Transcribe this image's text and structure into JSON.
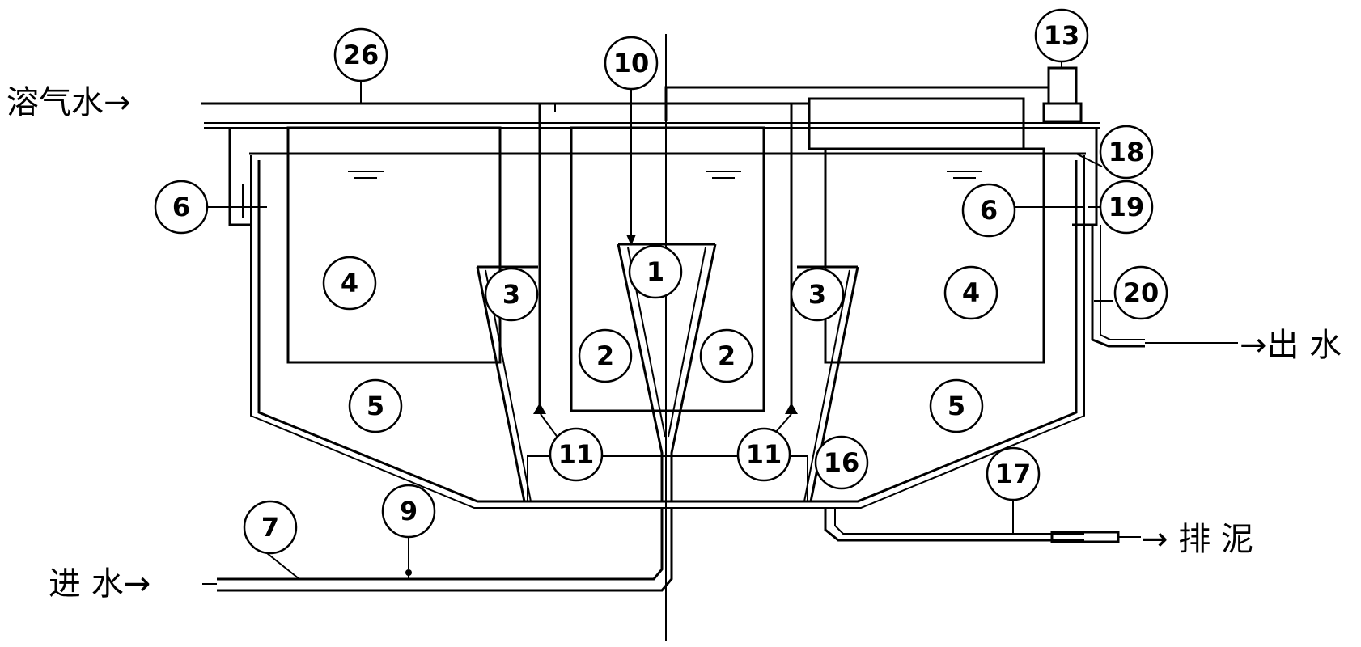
{
  "labels": {
    "dissolved_air_water": "溶气水→",
    "inlet_water": "进 水→",
    "outlet_water": "→出 水",
    "sludge_discharge": "→ 排 泥"
  },
  "callouts": [
    {
      "id": "c26",
      "text": "26"
    },
    {
      "id": "c10",
      "text": "10"
    },
    {
      "id": "c13",
      "text": "13"
    },
    {
      "id": "c18",
      "text": "18"
    },
    {
      "id": "c19",
      "text": "19"
    },
    {
      "id": "c6l",
      "text": "6"
    },
    {
      "id": "c6r",
      "text": "6"
    },
    {
      "id": "c4l",
      "text": "4"
    },
    {
      "id": "c4r",
      "text": "4"
    },
    {
      "id": "c3l",
      "text": "3"
    },
    {
      "id": "c3r",
      "text": "3"
    },
    {
      "id": "c1",
      "text": "1"
    },
    {
      "id": "c2l",
      "text": "2"
    },
    {
      "id": "c2r",
      "text": "2"
    },
    {
      "id": "c20",
      "text": "20"
    },
    {
      "id": "c5l",
      "text": "5"
    },
    {
      "id": "c5r",
      "text": "5"
    },
    {
      "id": "c11l",
      "text": "11"
    },
    {
      "id": "c11r",
      "text": "11"
    },
    {
      "id": "c16",
      "text": "16"
    },
    {
      "id": "c17",
      "text": "17"
    },
    {
      "id": "c7",
      "text": "7"
    },
    {
      "id": "c9",
      "text": "9"
    }
  ]
}
